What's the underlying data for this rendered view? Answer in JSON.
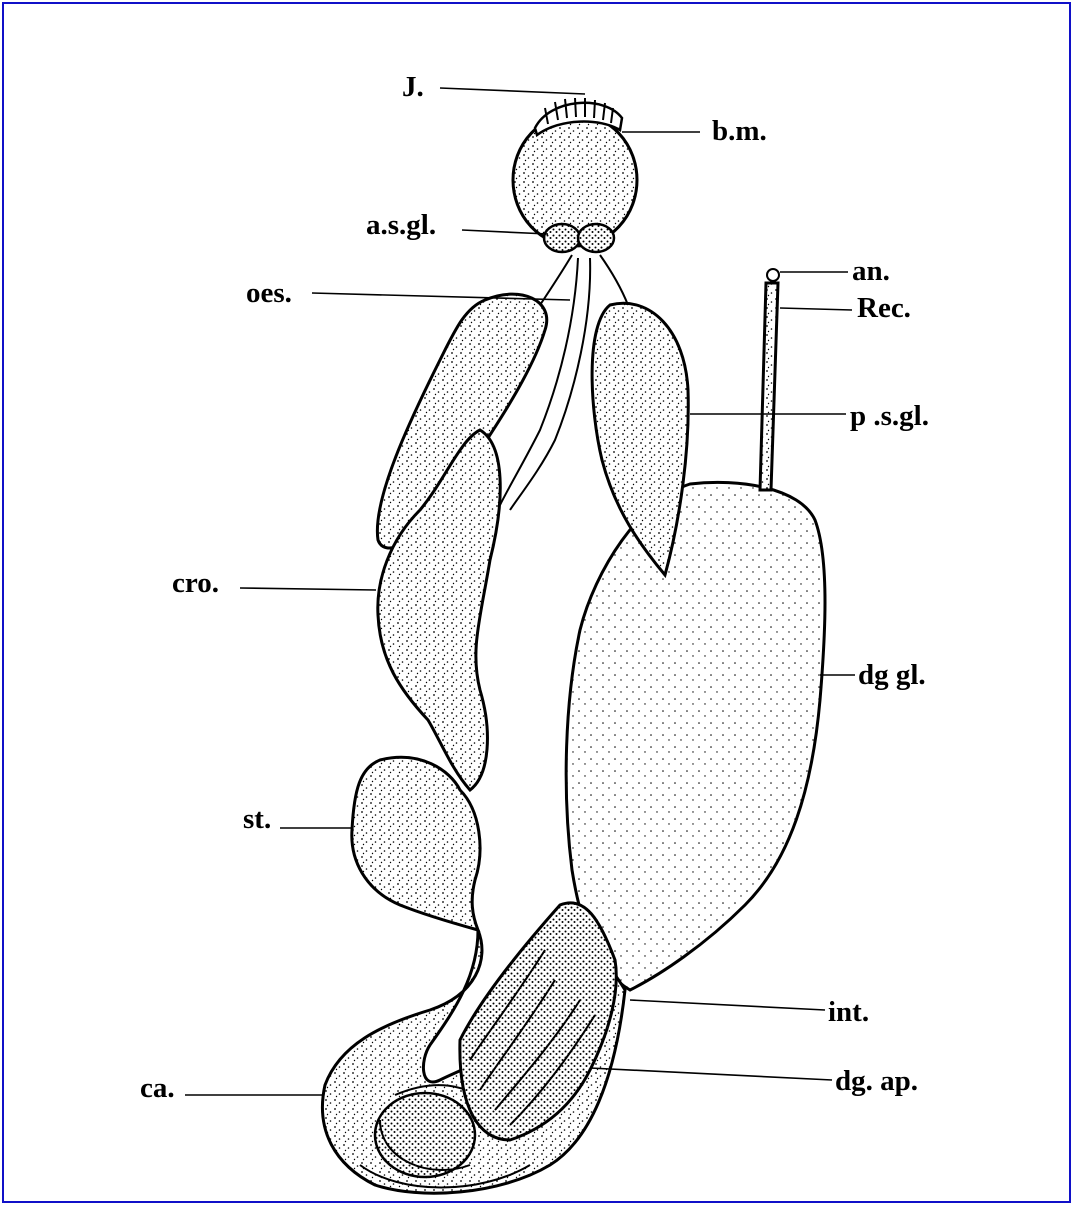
{
  "diagram": {
    "border_color": "#1010c8",
    "labels": {
      "jaw": "J.",
      "buccal_mass": "b.m.",
      "anterior_salivary_gland": "a.s.gl.",
      "oesophagus": "oes.",
      "anus": "an.",
      "rectum": "Rec.",
      "posterior_salivary_gland": "p .s.gl.",
      "crop": "cro.",
      "digestive_gland": "dg gl.",
      "stomach": "st.",
      "intestine": "int.",
      "caecum": "ca.",
      "digestive_appendix": "dg. ap."
    }
  }
}
